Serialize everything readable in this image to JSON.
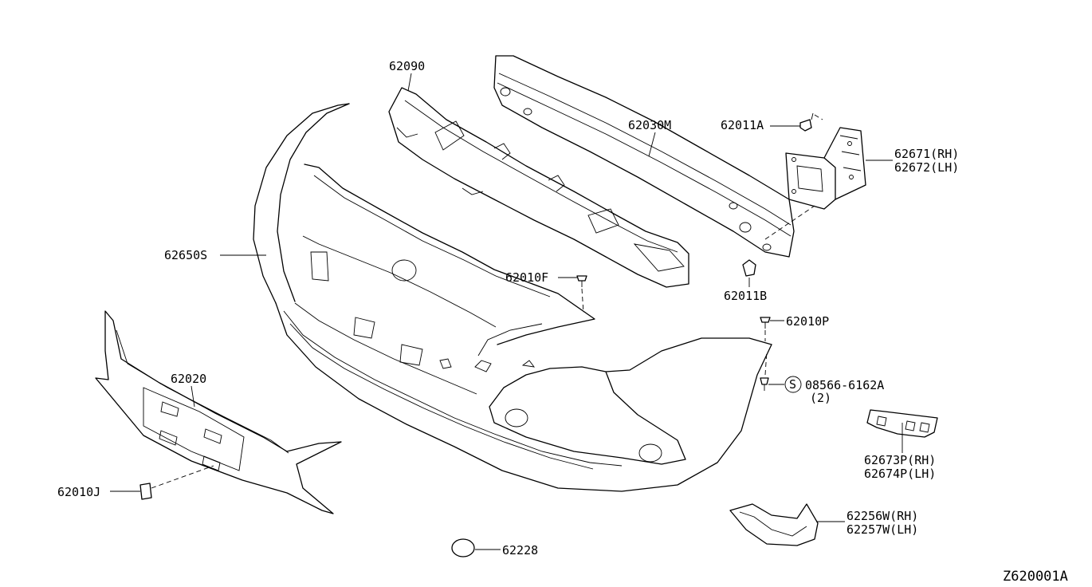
{
  "diagram_id": "Z620001A",
  "callouts": {
    "p62090": "62090",
    "p62030m": "62030M",
    "p62011a": "62011A",
    "p62671": "62671(RH)",
    "p62672": "62672(LH)",
    "p62650s": "62650S",
    "p62010f": "62010F",
    "p62011b": "62011B",
    "p62010p": "62010P",
    "p08566": "08566-6162A",
    "p08566_qty": "(2)",
    "p08566_symbol": "S",
    "p62020": "62020",
    "p62673p": "62673P(RH)",
    "p62674p": "62674P(LH)",
    "p62010j": "62010J",
    "p62256w": "62256W(RH)",
    "p62257w": "62257W(LH)",
    "p62228": "62228"
  }
}
